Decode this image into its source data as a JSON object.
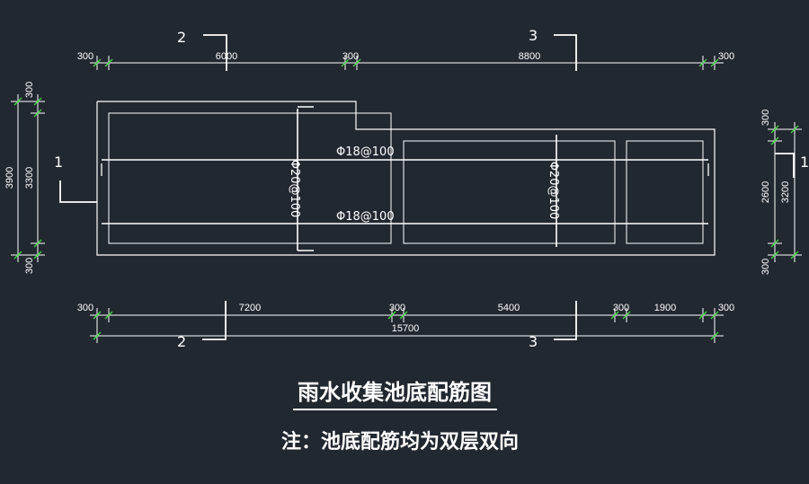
{
  "drawing": {
    "title": "雨水收集池底配筋图",
    "note": "注：池底配筋均为双层双向",
    "axis_labels": {
      "a1_left": "1",
      "a1_right": "1",
      "a2_top": "2",
      "a2_bottom": "2",
      "a3_top": "3",
      "a3_bottom": "3"
    },
    "top_dims": [
      "300",
      "6000",
      "300",
      "8800",
      "300"
    ],
    "bottom_dims": [
      "300",
      "7200",
      "300",
      "5400",
      "300",
      "1900",
      "300"
    ],
    "bottom_total": "15700",
    "left_dims": [
      "300",
      "3900",
      "3300",
      "300"
    ],
    "right_dims": [
      "300",
      "2600",
      "3200",
      "300"
    ],
    "rebar_labels": {
      "horizontal_top": "Φ18@100",
      "horizontal_bottom": "Φ18@100",
      "vertical_left": "Φ20@100",
      "vertical_right": "Φ20@100"
    },
    "colors": {
      "background": "#222830",
      "lines": "#ffffff",
      "dimension_ticks": "#3ddc3d"
    }
  }
}
